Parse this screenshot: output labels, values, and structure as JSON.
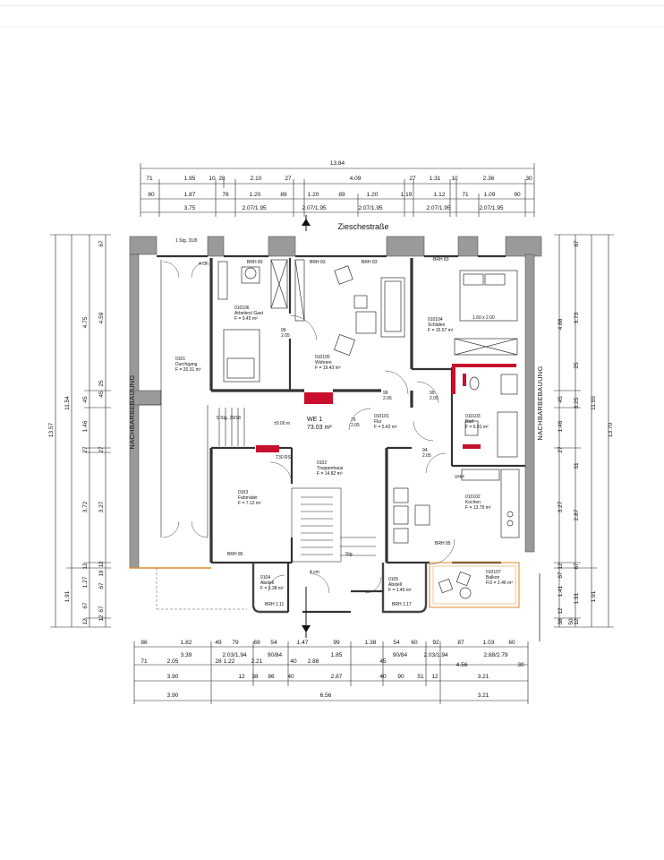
{
  "street": "Zieschestraße",
  "neighbor_left": "NACHBARBEBAUUNG",
  "neighbor_right": "NACHBARBEBAUUNG",
  "top_dims": {
    "total": "13.84",
    "row1": [
      "71",
      "1.95",
      "10",
      "28",
      "2.10",
      "27",
      "4.09",
      "27",
      "1.31",
      "10",
      "2.36",
      "30"
    ],
    "row2": [
      "80",
      "1.87",
      "78",
      "1.20",
      "89",
      "1.20",
      "89",
      "1.20",
      "1.19",
      "1.12",
      "71",
      "1.09",
      "90"
    ],
    "row3": [
      "3.75",
      "2.07/1.95",
      "2.07/1.95",
      "2.07/1.95",
      "2.07/1.95",
      "2.07/1.95"
    ]
  },
  "bottom_dims": {
    "row1": [
      "86",
      "1.82",
      "49",
      "79",
      "69",
      "54",
      "1.47",
      "99",
      "1.38",
      "54",
      "60",
      "92",
      "87",
      "1.03",
      "60"
    ],
    "row2": [
      "3.39",
      "2.03/1.94",
      "90/84",
      "1.85",
      "90/84",
      "2.03/1.94",
      "2.88/2.79"
    ],
    "row3": [
      "71",
      "2.05",
      "28",
      "1.22",
      "2.21",
      "40",
      "2.88",
      "45",
      "4.56",
      "30"
    ],
    "row4": [
      "3.90",
      "12",
      "38",
      "86",
      "40",
      "2.87",
      "40",
      "90",
      "51",
      "12",
      "3.21"
    ],
    "row5": [
      "3.90",
      "6.56",
      "3.21"
    ]
  },
  "left_dims": {
    "outer": "13.57",
    "mid": [
      "11.54",
      "1.91"
    ],
    "inner": [
      "4.75",
      "45",
      "1.46",
      "27",
      "3.72",
      "12",
      "1.27",
      "67",
      "12"
    ],
    "inner2": [
      "67",
      "4.59",
      "45",
      "25",
      "27",
      "3.27",
      "12",
      "19",
      "67",
      "12",
      "67"
    ]
  },
  "right_dims": {
    "outer": "13.70",
    "mid": [
      "11.55",
      "1.91"
    ],
    "inner": [
      "67",
      "3.73",
      "25",
      "3.25",
      "31",
      "2.87",
      "67",
      "1.91",
      "12"
    ],
    "inner2": [
      "4.88",
      "45",
      "1.46",
      "27",
      "3.27",
      "12",
      "1.41",
      "67",
      "12",
      "38",
      "50"
    ]
  },
  "rooms": [
    {
      "id": "0101",
      "name": "Durchgang",
      "area": "F = 20.31 m²"
    },
    {
      "id": "010106",
      "name": "Arbeiten/ Gast",
      "area": "F = 9.45 m²"
    },
    {
      "id": "010105",
      "name": "Wohnen",
      "area": "F = 19.43 m²"
    },
    {
      "id": "010104",
      "name": "Schlafen",
      "area": "F = 15.57 m²"
    },
    {
      "id": "010101",
      "name": "Flur",
      "area": "F = 5.42 m²"
    },
    {
      "id": "010103",
      "name": "Bad",
      "area": "F = 6.91 m²"
    },
    {
      "id": "010102",
      "name": "Kochen",
      "area": "F = 13.79 m²"
    },
    {
      "id": "010107",
      "name": "Balkon",
      "area": "F/2 = 2.46 m²"
    },
    {
      "id": "0103",
      "name": "Fahrräder",
      "area": "F = 7.12 m²"
    },
    {
      "id": "0102",
      "name": "Treppenhaus",
      "area": "F = 14.82 m²"
    },
    {
      "id": "0104",
      "name": "Abstell",
      "area": "F = 1.38 m²"
    },
    {
      "id": "0105",
      "name": "Abstell",
      "area": "F = 1.45 m²"
    }
  ],
  "unit": {
    "label": "WE 1",
    "area": "73.03 m²"
  },
  "level": "±0.00 m",
  "stairs_top": "1 Stg. 31/8",
  "stairs_mid": "5 Stg. 29/18",
  "stairs_stg": "Stg.",
  "t30": "T30 RS",
  "bed_label": "1.60 x 2.00",
  "brh_labels": [
    "BRH 83",
    "BRH 83",
    "BRH 83",
    "BRH 83",
    "BRH 85",
    "BRH 85",
    "BRH 1.11",
    "BRH 1.17"
  ],
  "door_dims": [
    "99",
    "2.05",
    "99",
    "2.05",
    "94",
    "2.05",
    "99",
    "2.05",
    "76",
    "2.05"
  ],
  "misc": {
    "cm4a": "4 cm",
    "cm4b": "4 cm",
    "vhh": "VHH"
  }
}
